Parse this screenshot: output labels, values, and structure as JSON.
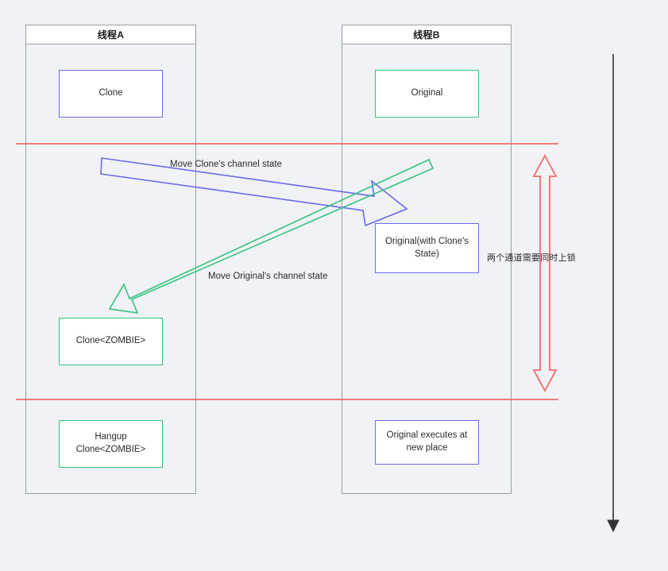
{
  "diagram": {
    "title": "Thread clone/original channel-state swimlane",
    "background_color": "#f0f2f5",
    "colors": {
      "blue": "#6a6aec",
      "green": "#36c281",
      "red": "#f46b6b",
      "lane_border": "#9a9da3",
      "timeline": "#333333",
      "text": "#2b2b2b"
    }
  },
  "lanes": [
    {
      "id": "lane-a",
      "title": "线程A"
    },
    {
      "id": "lane-b",
      "title": "线程B"
    }
  ],
  "nodes": [
    {
      "id": "clone",
      "label": "Clone",
      "color": "blue"
    },
    {
      "id": "original",
      "label": "Original",
      "color": "green"
    },
    {
      "id": "original-with-state",
      "label": "Original(with Clone's\nState)",
      "color": "blue"
    },
    {
      "id": "clone-zombie",
      "label": "Clone<ZOMBIE>",
      "color": "green"
    },
    {
      "id": "hangup-zombie",
      "label": "Hangup\nClone<ZOMBIE>",
      "color": "green"
    },
    {
      "id": "original-new-place",
      "label": "Original executes at\nnew place",
      "color": "blue"
    }
  ],
  "edges": [
    {
      "id": "move-clone-state",
      "label": "Move Clone's channel state",
      "color": "blue"
    },
    {
      "id": "move-original-state",
      "label": "Move Original's channel state",
      "color": "green"
    }
  ],
  "annotations": {
    "lock_note": "两个通道需要同时上锁"
  }
}
